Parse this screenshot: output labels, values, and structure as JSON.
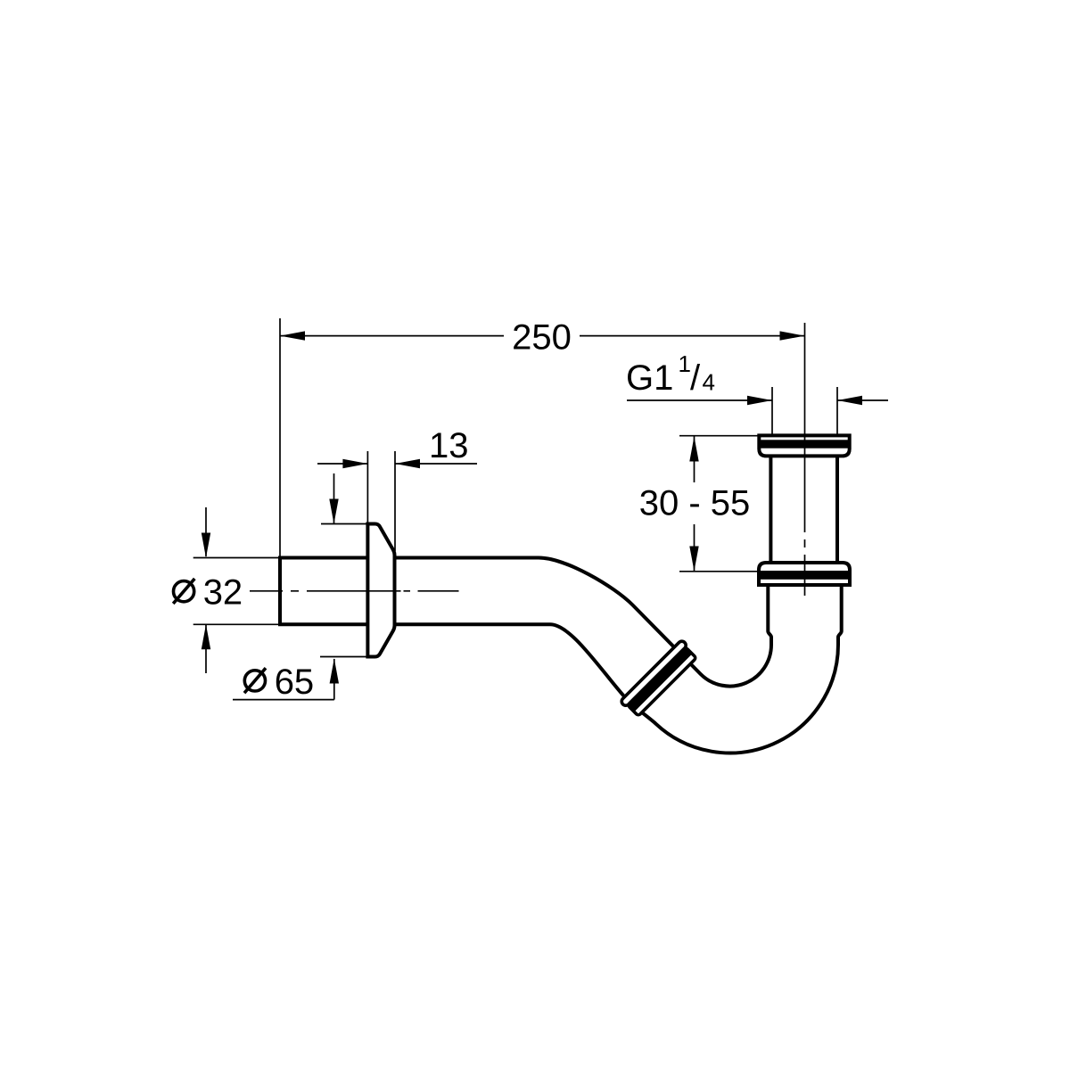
{
  "drawing": {
    "type": "technical-dimension-drawing",
    "subject": "P-trap pipe siphon with wall flange and union nuts",
    "background_color": "#ffffff",
    "line_color": "#000000",
    "dimensions": {
      "overall_length": "250",
      "flange_thickness": "13",
      "adjustment_range": "30 - 55",
      "thread_label": "G1",
      "thread_fraction_numerator": "1",
      "thread_fraction_slash": "/",
      "thread_fraction_denominator": "4",
      "pipe_diameter_value": "32",
      "flange_diameter_value": "65",
      "diameter_symbol": "Ø"
    }
  }
}
